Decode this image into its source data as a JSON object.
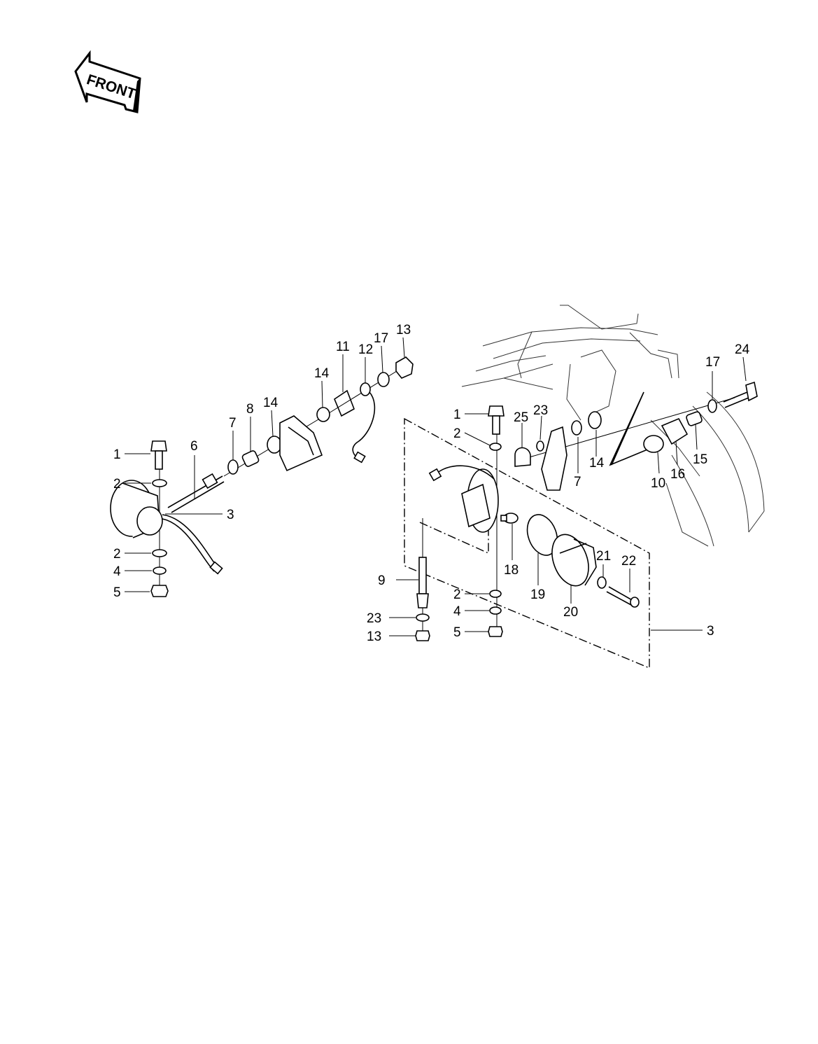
{
  "direction_badge": {
    "label": "FRONT",
    "icon": "front-arrow-icon"
  },
  "callouts": {
    "c01": "1",
    "c02": "2",
    "c03": "2",
    "c04": "4",
    "c05": "5",
    "c06": "3",
    "c07": "6",
    "c08": "7",
    "c09": "8",
    "c10": "14",
    "c11": "14",
    "c12": "11",
    "c13": "12",
    "c14": "17",
    "c15": "13",
    "c16": "1",
    "c17": "2",
    "c18": "9",
    "c19": "23",
    "c20": "13",
    "c21": "2",
    "c22": "4",
    "c23": "5",
    "c24": "18",
    "c25": "19",
    "c26": "20",
    "c27": "21",
    "c28": "22",
    "c29": "3",
    "c30": "25",
    "c31": "23",
    "c32": "7",
    "c33": "14",
    "c34": "10",
    "c35": "16",
    "c36": "15",
    "c37": "17",
    "c38": "24"
  }
}
